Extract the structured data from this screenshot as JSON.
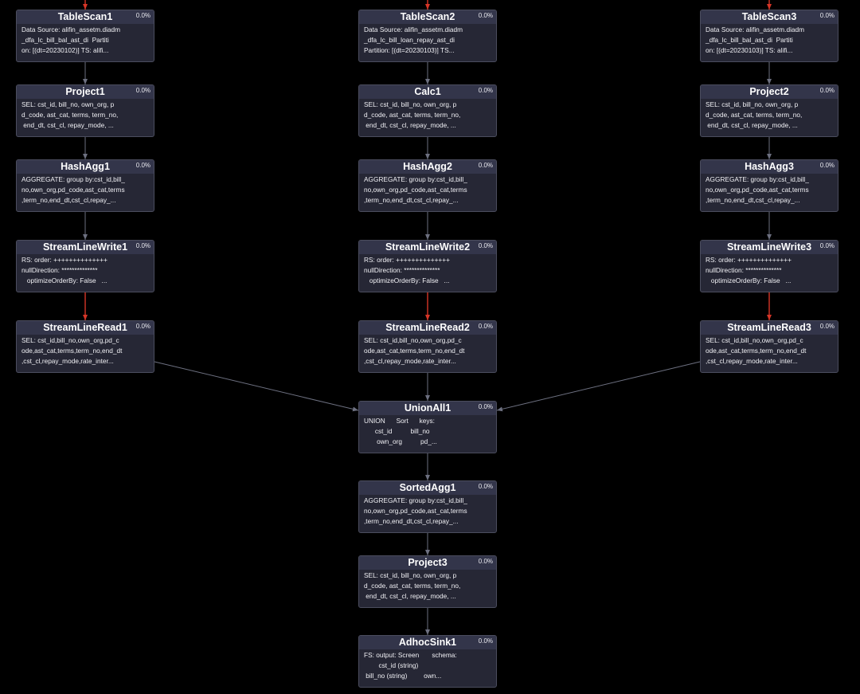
{
  "colors": {
    "background": "#000000",
    "node_fill": "#262735",
    "node_border": "#4b4d5e",
    "edge": "#6d7080",
    "edge_highlight": "#d73527"
  },
  "nodes": [
    {
      "id": "tablescan1",
      "title": "TableScan1",
      "percent": "0.0%",
      "lines": [
        "Data Source: alifin_assetm.diadm",
        "_dfa_lc_bill_bal_ast_di  Partiti",
        "on: [(dt=20230102)] TS: alifi..."
      ]
    },
    {
      "id": "tablescan2",
      "title": "TableScan2",
      "percent": "0.0%",
      "lines": [
        "Data Source: alifin_assetm.diadm",
        "_dfa_lc_bill_loan_repay_ast_di",
        "Partition: [(dt=20230103)] TS..."
      ]
    },
    {
      "id": "tablescan3",
      "title": "TableScan3",
      "percent": "0.0%",
      "lines": [
        "Data Source: alifin_assetm.diadm",
        "_dfa_lc_bill_bal_ast_di  Partiti",
        "on: [(dt=20230103)] TS: alifi..."
      ]
    },
    {
      "id": "project1",
      "title": "Project1",
      "percent": "0.0%",
      "lines": [
        "SEL: cst_id, bill_no, own_org, p",
        "d_code, ast_cat, terms, term_no,",
        " end_dt, cst_cl, repay_mode, ..."
      ]
    },
    {
      "id": "calc1",
      "title": "Calc1",
      "percent": "0.0%",
      "lines": [
        "SEL: cst_id, bill_no, own_org, p",
        "d_code, ast_cat, terms, term_no,",
        " end_dt, cst_cl, repay_mode, ..."
      ]
    },
    {
      "id": "project2",
      "title": "Project2",
      "percent": "0.0%",
      "lines": [
        "SEL: cst_id, bill_no, own_org, p",
        "d_code, ast_cat, terms, term_no,",
        " end_dt, cst_cl, repay_mode, ..."
      ]
    },
    {
      "id": "hashagg1",
      "title": "HashAgg1",
      "percent": "0.0%",
      "lines": [
        "AGGREGATE: group by:cst_id,bill_",
        "no,own_org,pd_code,ast_cat,terms",
        ",term_no,end_dt,cst_cl,repay_..."
      ]
    },
    {
      "id": "hashagg2",
      "title": "HashAgg2",
      "percent": "0.0%",
      "lines": [
        "AGGREGATE: group by:cst_id,bill_",
        "no,own_org,pd_code,ast_cat,terms",
        ",term_no,end_dt,cst_cl,repay_..."
      ]
    },
    {
      "id": "hashagg3",
      "title": "HashAgg3",
      "percent": "0.0%",
      "lines": [
        "AGGREGATE: group by:cst_id,bill_",
        "no,own_org,pd_code,ast_cat,terms",
        ",term_no,end_dt,cst_cl,repay_..."
      ]
    },
    {
      "id": "streamlinewrite1",
      "title": "StreamLineWrite1",
      "percent": "0.0%",
      "lines": [
        "RS: order: ++++++++++++++",
        "nullDirection: **************",
        "   optimizeOrderBy: False   ..."
      ]
    },
    {
      "id": "streamlinewrite2",
      "title": "StreamLineWrite2",
      "percent": "0.0%",
      "lines": [
        "RS: order: ++++++++++++++",
        "nullDirection: **************",
        "   optimizeOrderBy: False   ..."
      ]
    },
    {
      "id": "streamlinewrite3",
      "title": "StreamLineWrite3",
      "percent": "0.0%",
      "lines": [
        "RS: order: ++++++++++++++",
        "nullDirection: **************",
        "   optimizeOrderBy: False   ..."
      ]
    },
    {
      "id": "streamlineread1",
      "title": "StreamLineRead1",
      "percent": "0.0%",
      "lines": [
        "SEL: cst_id,bill_no,own_org,pd_c",
        "ode,ast_cat,terms,term_no,end_dt",
        ",cst_cl,repay_mode,rate_inter..."
      ]
    },
    {
      "id": "streamlineread2",
      "title": "StreamLineRead2",
      "percent": "0.0%",
      "lines": [
        "SEL: cst_id,bill_no,own_org,pd_c",
        "ode,ast_cat,terms,term_no,end_dt",
        ",cst_cl,repay_mode,rate_inter..."
      ]
    },
    {
      "id": "streamlineread3",
      "title": "StreamLineRead3",
      "percent": "0.0%",
      "lines": [
        "SEL: cst_id,bill_no,own_org,pd_c",
        "ode,ast_cat,terms,term_no,end_dt",
        ",cst_cl,repay_mode,rate_inter..."
      ]
    },
    {
      "id": "unionall1",
      "title": "UnionAll1",
      "percent": "0.0%",
      "lines": [
        "UNION      Sort      keys:",
        "      cst_id          bill_no",
        "       own_org          pd_..."
      ]
    },
    {
      "id": "sortedagg1",
      "title": "SortedAgg1",
      "percent": "0.0%",
      "lines": [
        "AGGREGATE: group by:cst_id,bill_",
        "no,own_org,pd_code,ast_cat,terms",
        ",term_no,end_dt,cst_cl,repay_..."
      ]
    },
    {
      "id": "project3",
      "title": "Project3",
      "percent": "0.0%",
      "lines": [
        "SEL: cst_id, bill_no, own_org, p",
        "d_code, ast_cat, terms, term_no,",
        " end_dt, cst_cl, repay_mode, ..."
      ]
    },
    {
      "id": "adhocsink1",
      "title": "AdhocSink1",
      "percent": "0.0%",
      "lines": [
        "FS: output: Screen       schema:",
        "        cst_id (string)",
        " bill_no (string)         own..."
      ]
    }
  ],
  "edges": [
    {
      "from": "tablescan1",
      "to": "project1",
      "highlight": false
    },
    {
      "from": "tablescan2",
      "to": "calc1",
      "highlight": false
    },
    {
      "from": "tablescan3",
      "to": "project2",
      "highlight": false
    },
    {
      "from": "project1",
      "to": "hashagg1",
      "highlight": false
    },
    {
      "from": "calc1",
      "to": "hashagg2",
      "highlight": false
    },
    {
      "from": "project2",
      "to": "hashagg3",
      "highlight": false
    },
    {
      "from": "hashagg1",
      "to": "streamlinewrite1",
      "highlight": false
    },
    {
      "from": "hashagg2",
      "to": "streamlinewrite2",
      "highlight": false
    },
    {
      "from": "hashagg3",
      "to": "streamlinewrite3",
      "highlight": false
    },
    {
      "from": "streamlinewrite1",
      "to": "streamlineread1",
      "highlight": true
    },
    {
      "from": "streamlinewrite2",
      "to": "streamlineread2",
      "highlight": true
    },
    {
      "from": "streamlinewrite3",
      "to": "streamlineread3",
      "highlight": true
    },
    {
      "from": "streamlineread1",
      "to": "unionall1",
      "highlight": false
    },
    {
      "from": "streamlineread2",
      "to": "unionall1",
      "highlight": false
    },
    {
      "from": "streamlineread3",
      "to": "unionall1",
      "highlight": false
    },
    {
      "from": "unionall1",
      "to": "sortedagg1",
      "highlight": false
    },
    {
      "from": "sortedagg1",
      "to": "project3",
      "highlight": false
    },
    {
      "from": "project3",
      "to": "adhocsink1",
      "highlight": false
    }
  ],
  "incoming_edges": [
    {
      "to": "tablescan1",
      "highlight": true
    },
    {
      "to": "tablescan2",
      "highlight": true
    },
    {
      "to": "tablescan3",
      "highlight": true
    }
  ]
}
